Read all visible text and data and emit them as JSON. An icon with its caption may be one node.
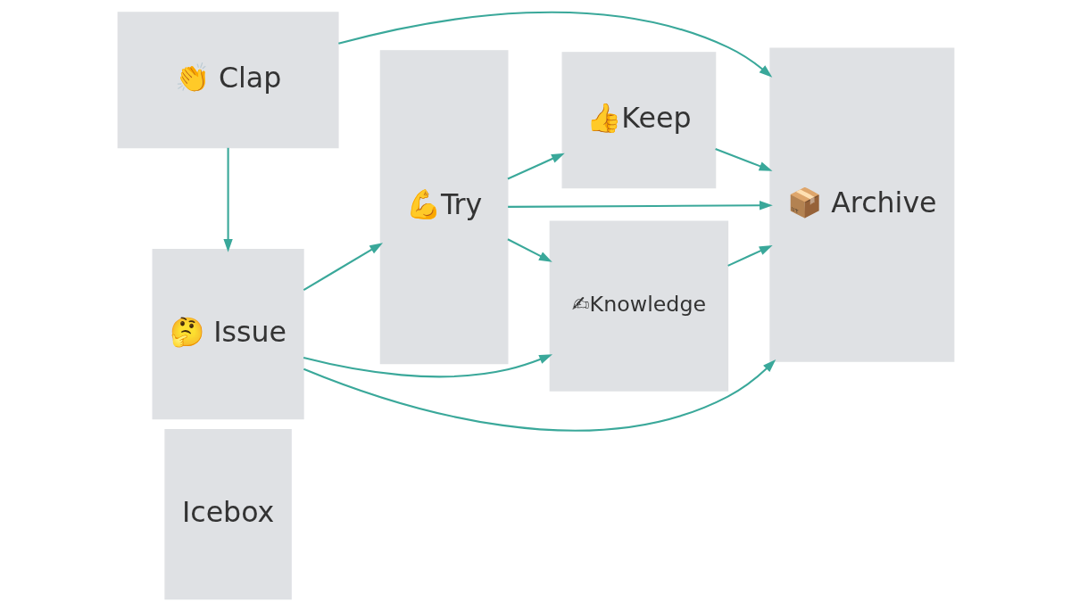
{
  "diagram": {
    "nodes": [
      {
        "text": [
          "👏 Clap"
        ]
      },
      {
        "text": [
          "🤔 Issue"
        ]
      },
      {
        "text": [
          "Icebox"
        ]
      },
      {
        "text": [
          "💪Try"
        ]
      },
      {
        "text": [
          "👍Keep"
        ]
      },
      {
        "text": [
          "✍Knowledge"
        ]
      },
      {
        "text": [
          "📦 Archive"
        ]
      }
    ],
    "edges": [
      {
        "from": 0,
        "to": 6,
        "arrow": "to"
      },
      {
        "from": 0,
        "to": 1,
        "arrow": "to"
      },
      {
        "from": 1,
        "to": 3,
        "arrow": "to"
      },
      {
        "from": 1,
        "to": 5,
        "arrow": "to"
      },
      {
        "from": 3,
        "to": 4,
        "arrow": "to"
      },
      {
        "from": 3,
        "to": 5,
        "arrow": "to"
      },
      {
        "from": 4,
        "to": 6,
        "arrow": "to"
      },
      {
        "from": 5,
        "to": 6,
        "arrow": "to"
      },
      {
        "from": 1,
        "to": 6,
        "arrow": "to"
      },
      {
        "from": 3,
        "to": 6,
        "arrow": "to"
      }
    ]
  }
}
